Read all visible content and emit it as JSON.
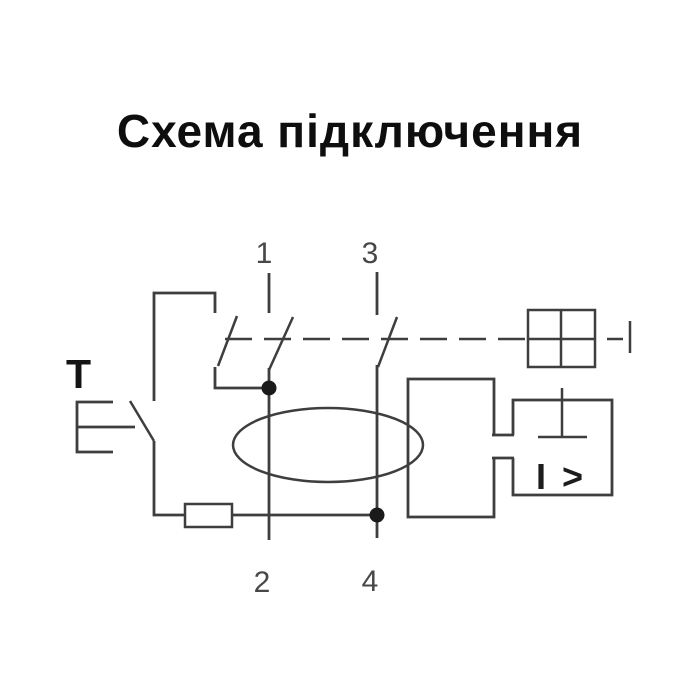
{
  "title": "Схема підключення",
  "colors": {
    "background": "#ffffff",
    "line": "#3e3e3e",
    "junction_dot": "#1a1a1a",
    "terminal_label": "#474747",
    "title_text": "#0e0e0e"
  },
  "diagram": {
    "terminals": {
      "top_left": "1",
      "top_right": "3",
      "bottom_left": "2",
      "bottom_right": "4"
    },
    "test_button_label": "T",
    "overcurrent_relay_label": "I >"
  }
}
